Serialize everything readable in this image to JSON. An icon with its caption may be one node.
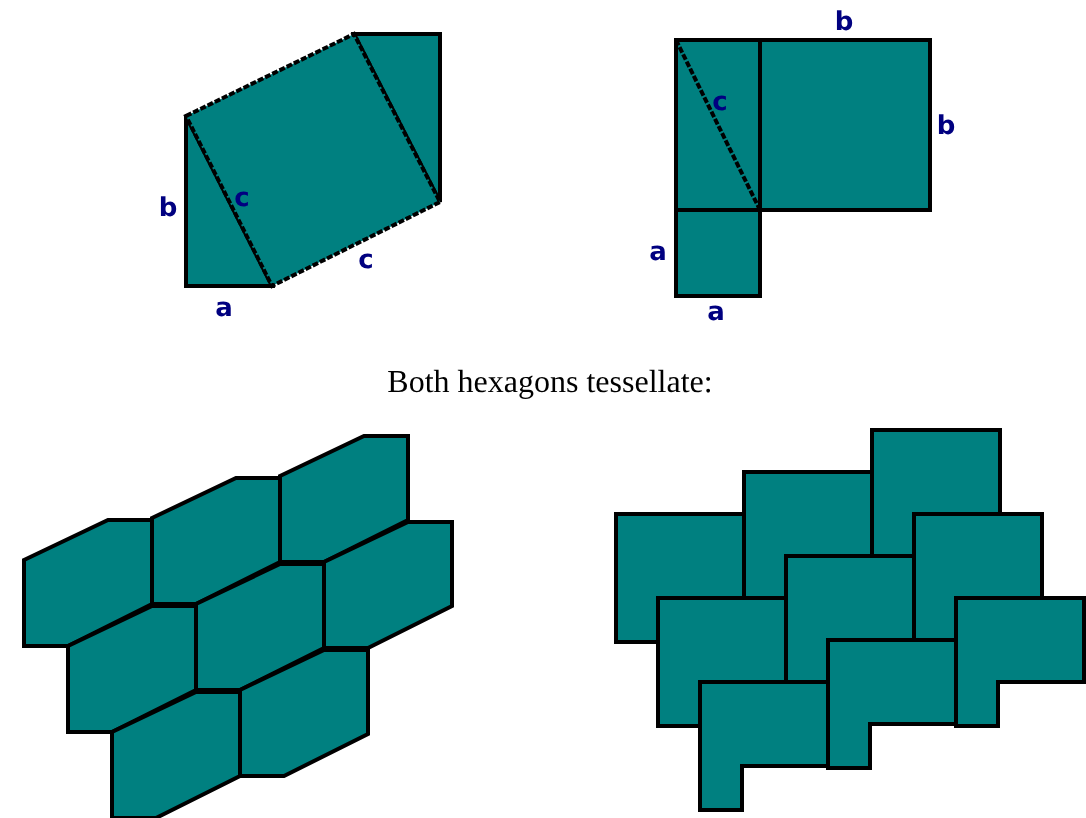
{
  "diagram": {
    "labels": [
      "c",
      "b",
      "c",
      "a",
      "b",
      "c",
      "b",
      "a",
      "a",
      "Both hexagons tessellate:"
    ]
  }
}
